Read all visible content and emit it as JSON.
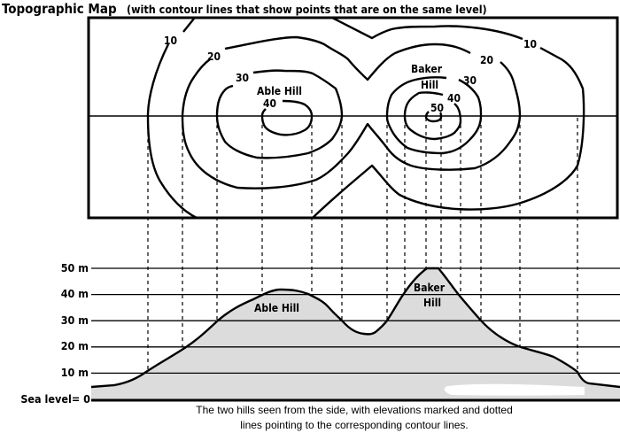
{
  "title": {
    "main": "Topographic Map",
    "sub": "(with contour lines that show points that are on the same level)"
  },
  "map": {
    "contour_labels": [
      "10",
      "20",
      "30",
      "40",
      "10",
      "20",
      "30",
      "40",
      "50"
    ],
    "hills": {
      "able": "Able Hill",
      "baker_line1": "Baker",
      "baker_line2": "Hill"
    }
  },
  "profile": {
    "levels": [
      "50 m",
      "40 m",
      "30 m",
      "20 m",
      "10 m",
      "Sea level= 0"
    ],
    "level_values_m": [
      50,
      40,
      30,
      20,
      10,
      0
    ],
    "able_label": "Able Hill",
    "baker_line1": "Baker",
    "baker_line2": "Hill",
    "able_peak_m": 42,
    "baker_peak_m": 50,
    "saddle_m": 25
  },
  "caption": {
    "line1": "The two hills seen from the side, with elevations marked and dotted",
    "line2": "lines pointing to the corresponding contour lines."
  },
  "colors": {
    "fill": "#dcdcdc",
    "line": "#000000"
  }
}
